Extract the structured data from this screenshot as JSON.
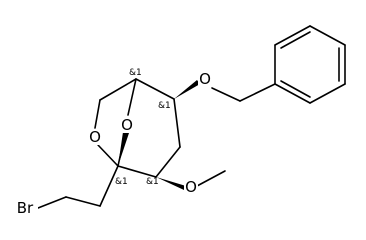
{
  "molecule": {
    "atom_labels": {
      "ring_oxygen_left": "O",
      "bridge_oxygen": "O",
      "benzyloxy_oxygen": "O",
      "methoxy_oxygen": "O",
      "bromine": "Br"
    },
    "stereo_descriptors": {
      "top_bridgehead": "&1",
      "benzyloxy_carbon": "&1",
      "methoxy_carbon": "&1",
      "anomeric_carbon": "&1"
    }
  }
}
